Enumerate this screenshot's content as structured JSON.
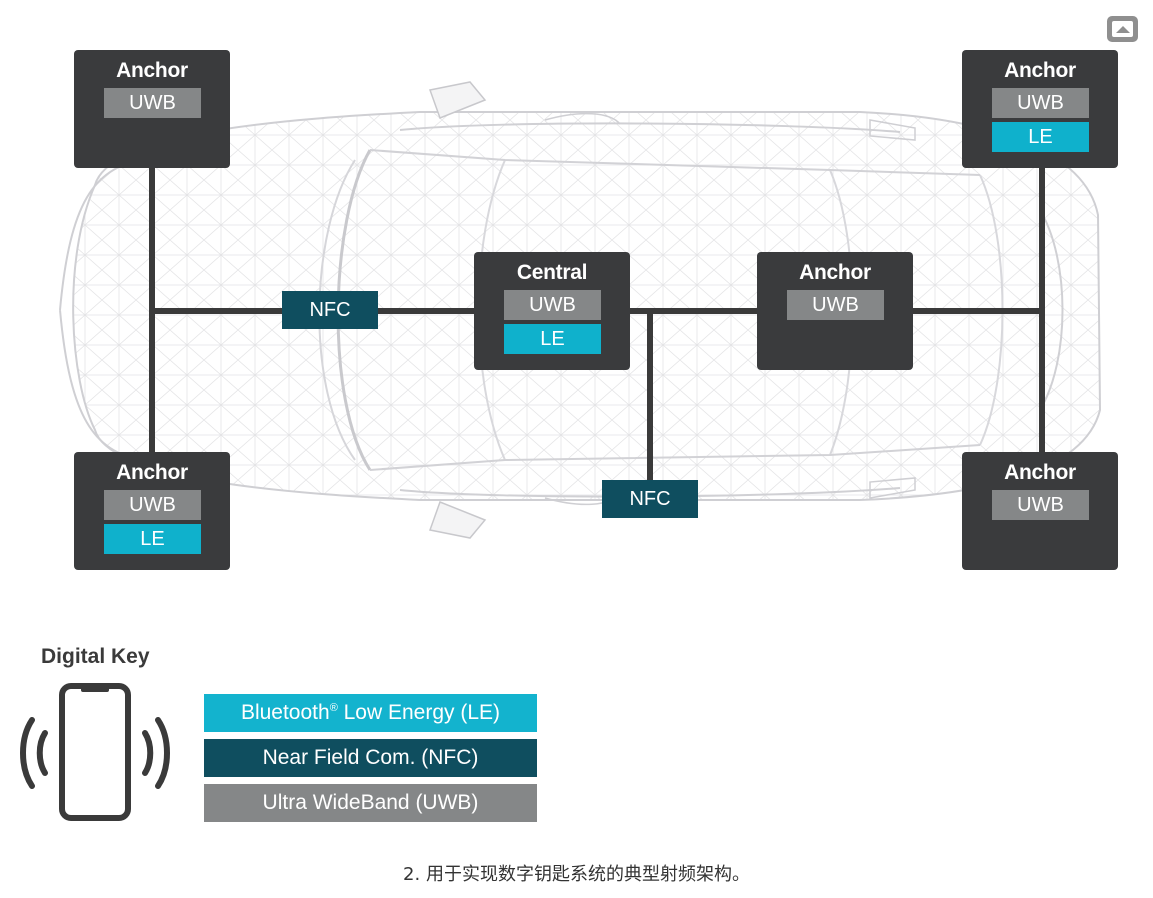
{
  "diagram": {
    "nodes": [
      {
        "id": "anchor-top-left",
        "title": "Anchor",
        "chips": [
          "UWB"
        ]
      },
      {
        "id": "anchor-top-right",
        "title": "Anchor",
        "chips": [
          "UWB",
          "LE"
        ]
      },
      {
        "id": "central",
        "title": "Central",
        "chips": [
          "UWB",
          "LE"
        ]
      },
      {
        "id": "anchor-middle",
        "title": "Anchor",
        "chips": [
          "UWB"
        ]
      },
      {
        "id": "anchor-bottom-left",
        "title": "Anchor",
        "chips": [
          "UWB",
          "LE"
        ]
      },
      {
        "id": "anchor-bottom-right",
        "title": "Anchor",
        "chips": [
          "UWB"
        ]
      }
    ],
    "nfc_labels": [
      "NFC",
      "NFC"
    ]
  },
  "legend": {
    "title": "Digital Key",
    "items": [
      {
        "key": "le",
        "label": "Bluetooth",
        "superscript": "®",
        "label_rest": " Low Energy (LE)",
        "color": "#13b3ce"
      },
      {
        "key": "nfc",
        "label": "Near Field Com. (NFC)",
        "color": "#0f4e5f"
      },
      {
        "key": "uwb",
        "label": "Ultra WideBand (UWB)",
        "color": "#858788"
      }
    ]
  },
  "caption": "2. 用于实现数字钥匙系统的典型射频架构。",
  "colors": {
    "node_bg": "#3a3b3d",
    "uwb": "#858788",
    "le": "#0fb1cc",
    "nfc": "#0f4e5f",
    "wire": "#3a3a3a"
  },
  "icons": {
    "image_placeholder": "image-icon",
    "phone": "smartphone-signal-icon"
  }
}
